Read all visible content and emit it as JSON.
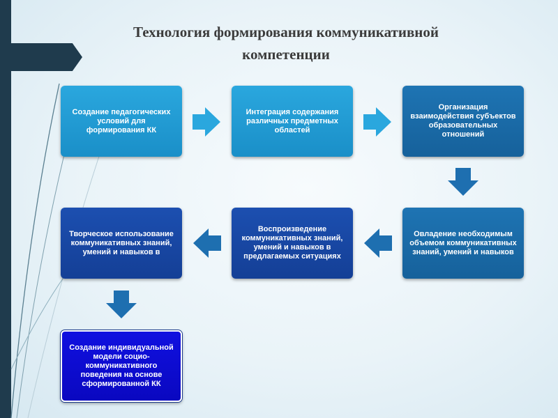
{
  "title": "Технология формирования коммуникативной компетенции",
  "colors": {
    "light_blue": "#1f9bd6",
    "mid_blue": "#1a6aa8",
    "royal_blue": "#1846a4",
    "bright_blue": "#0c0ad0",
    "arrow_cyan": "#2aa7de",
    "arrow_blue": "#1e6fb0",
    "dark_navy": "#1f3b4d"
  },
  "steps": [
    "Создание педагогических условий для формирования КК",
    "Интеграция содержания различных предметных областей",
    "Организация взаимодействия субъектов образовательных отношений",
    "Овладение необходимым объемом коммуникативных знаний, умений и навыков",
    "Воспроизведение коммуникативных знаний, умений и навыков в предлагаемых ситуациях",
    "Творческое использование коммуникативных знаний, умений и навыков в",
    "Создание индивидуальной модели социо-коммуникативного поведения на основе сформированной КК"
  ],
  "arrows": [
    {
      "from": 0,
      "to": 1,
      "direction": "right"
    },
    {
      "from": 1,
      "to": 2,
      "direction": "right"
    },
    {
      "from": 2,
      "to": 3,
      "direction": "down"
    },
    {
      "from": 3,
      "to": 4,
      "direction": "left"
    },
    {
      "from": 4,
      "to": 5,
      "direction": "left"
    },
    {
      "from": 5,
      "to": 6,
      "direction": "down"
    }
  ]
}
